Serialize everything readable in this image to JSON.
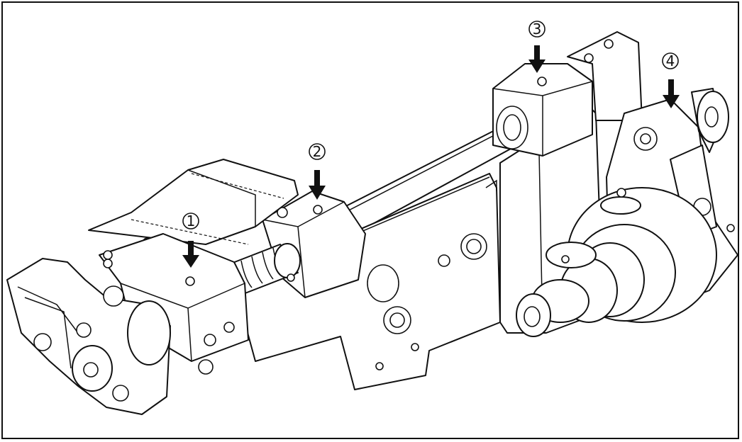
{
  "callouts": [
    {
      "id": "1",
      "label": "①"
    },
    {
      "id": "2",
      "label": "②"
    },
    {
      "id": "3",
      "label": "③"
    },
    {
      "id": "4",
      "label": "④"
    }
  ],
  "colors": {
    "line": "#111111",
    "background": "#ffffff"
  }
}
